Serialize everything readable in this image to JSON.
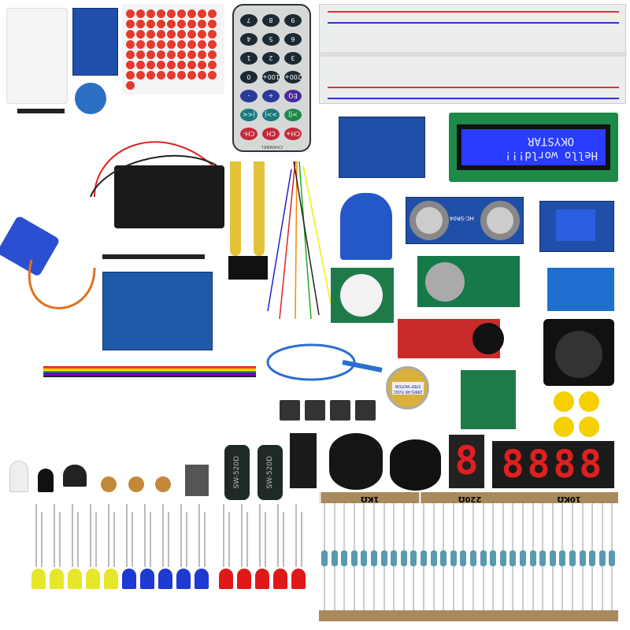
{
  "remote": {
    "keys": [
      "CH-",
      "CH",
      "CH+",
      "|<<",
      ">>|",
      ">||",
      "-",
      "+",
      "EQ",
      "0",
      "100+",
      "200+",
      "1",
      "2",
      "3",
      "4",
      "5",
      "6",
      "7",
      "8",
      "9"
    ],
    "channel_label": "CHANNEL"
  },
  "lcd": {
    "line1": "Hello world!!!",
    "line2": "OKYSTAR"
  },
  "ultrasonic": {
    "label": "HC-SR04"
  },
  "tilt_switch": {
    "label": "SW-520D"
  },
  "stepper": {
    "label": "28BYJ-48 5VDC STEP MOTOR"
  },
  "resistors": {
    "labels": [
      "1KΩ",
      "220Ω",
      "10KΩ"
    ]
  },
  "seven_segment": {
    "single": "8",
    "quad": "8888"
  },
  "colors": {
    "pcb_blue": "#1f4fa8",
    "lcd_blue": "#2a3cff",
    "led_yellow": "#e6e62a",
    "led_blue": "#1e3ad0",
    "led_red": "#e01818",
    "resistor_tape": "#a88a5c"
  }
}
